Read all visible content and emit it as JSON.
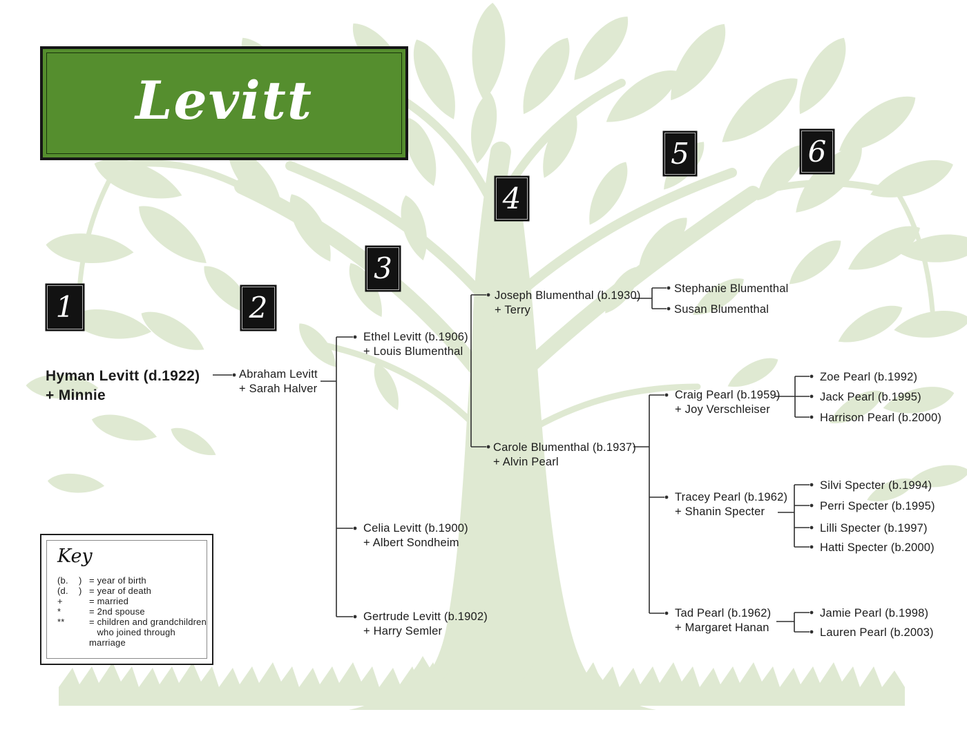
{
  "family": {
    "surname": "Levitt"
  },
  "generation_badges": [
    "1",
    "2",
    "3",
    "4",
    "5",
    "6"
  ],
  "people": [
    {
      "id": "hyman-levitt",
      "generation": 1,
      "name": "Hyman Levitt (d.1922)",
      "spouse": "+ Minnie"
    },
    {
      "id": "abraham-levitt",
      "generation": 2,
      "name": "Abraham Levitt",
      "spouse": "+ Sarah Halver"
    },
    {
      "id": "ethel-levitt",
      "generation": 3,
      "name": "Ethel Levitt (b.1906)",
      "spouse": "+ Louis Blumenthal"
    },
    {
      "id": "celia-levitt",
      "generation": 3,
      "name": "Celia Levitt (b.1900)",
      "spouse": "+ Albert Sondheim"
    },
    {
      "id": "gertrude-levitt",
      "generation": 3,
      "name": "Gertrude Levitt (b.1902)",
      "spouse": "+ Harry Semler"
    },
    {
      "id": "joseph-blumenthal",
      "generation": 4,
      "name": "Joseph Blumenthal (b.1930)",
      "spouse": "+ Terry"
    },
    {
      "id": "carole-blumenthal",
      "generation": 4,
      "name": "Carole Blumenthal (b.1937)",
      "spouse": "+ Alvin Pearl"
    },
    {
      "id": "stephanie-blumenthal",
      "generation": 5,
      "name": "Stephanie Blumenthal"
    },
    {
      "id": "susan-blumenthal",
      "generation": 5,
      "name": "Susan Blumenthal"
    },
    {
      "id": "craig-pearl",
      "generation": 5,
      "name": "Craig Pearl (b.1959)",
      "spouse": "+ Joy Verschleiser"
    },
    {
      "id": "tracey-pearl",
      "generation": 5,
      "name": "Tracey Pearl (b.1962)",
      "spouse": "+ Shanin Specter"
    },
    {
      "id": "tad-pearl",
      "generation": 5,
      "name": "Tad Pearl (b.1962)",
      "spouse": "+ Margaret Hanan"
    },
    {
      "id": "zoe-pearl",
      "generation": 6,
      "name": "Zoe Pearl (b.1992)"
    },
    {
      "id": "jack-pearl",
      "generation": 6,
      "name": "Jack Pearl (b.1995)"
    },
    {
      "id": "harrison-pearl",
      "generation": 6,
      "name": "Harrison Pearl (b.2000)"
    },
    {
      "id": "silvi-specter",
      "generation": 6,
      "name": "Silvi Specter (b.1994)"
    },
    {
      "id": "perri-specter",
      "generation": 6,
      "name": "Perri Specter (b.1995)"
    },
    {
      "id": "lilli-specter",
      "generation": 6,
      "name": "Lilli Specter (b.1997)"
    },
    {
      "id": "hatti-specter",
      "generation": 6,
      "name": "Hatti Specter (b.2000)"
    },
    {
      "id": "jamie-pearl",
      "generation": 6,
      "name": "Jamie Pearl (b.1998)"
    },
    {
      "id": "lauren-pearl",
      "generation": 6,
      "name": "Lauren Pearl (b.2003)"
    }
  ],
  "key": {
    "title": "Key",
    "entries": [
      {
        "symbol": "(b.    )",
        "meaning": "= year of birth"
      },
      {
        "symbol": "(d.    )",
        "meaning": "= year of death"
      },
      {
        "symbol": "+",
        "meaning": "= married"
      },
      {
        "symbol": "*",
        "meaning": "= 2nd spouse"
      },
      {
        "symbol": "**",
        "meaning": "= children and grandchildren\n   who joined through marriage"
      }
    ]
  },
  "colors": {
    "title_green": "#558e2e",
    "foliage_green": "#dfe9d2",
    "badge_black": "#121212",
    "line": "#2f2f2f",
    "text": "#1c1c1c"
  }
}
